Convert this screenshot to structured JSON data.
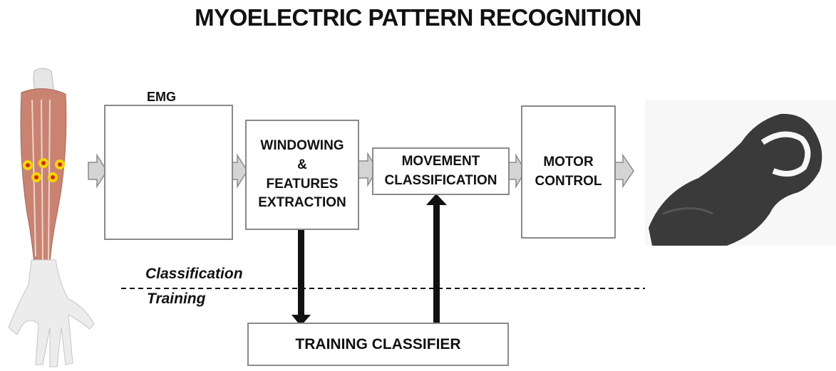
{
  "title": "MYOELECTRIC PATTERN RECOGNITION",
  "emg_label": "EMG",
  "boxes": {
    "windowing": [
      "WINDOWING",
      "&",
      "FEATURES",
      "EXTRACTION"
    ],
    "movement": [
      "MOVEMENT",
      "CLASSIFICATION"
    ],
    "motor": [
      "MOTOR",
      "CONTROL"
    ],
    "training": "TRAINING CLASSIFIER"
  },
  "phases": {
    "upper": "Classification",
    "lower": "Training"
  },
  "colors": {
    "box_border": "#8a8a8a",
    "arrow_fill": "#d4d4d4",
    "emg_trace": "#3d6aa8",
    "electrode": "#f5d800",
    "electrode_center": "#e0201a",
    "muscle": "#c98370",
    "prosthetic_hand": "#3a3a3a"
  }
}
